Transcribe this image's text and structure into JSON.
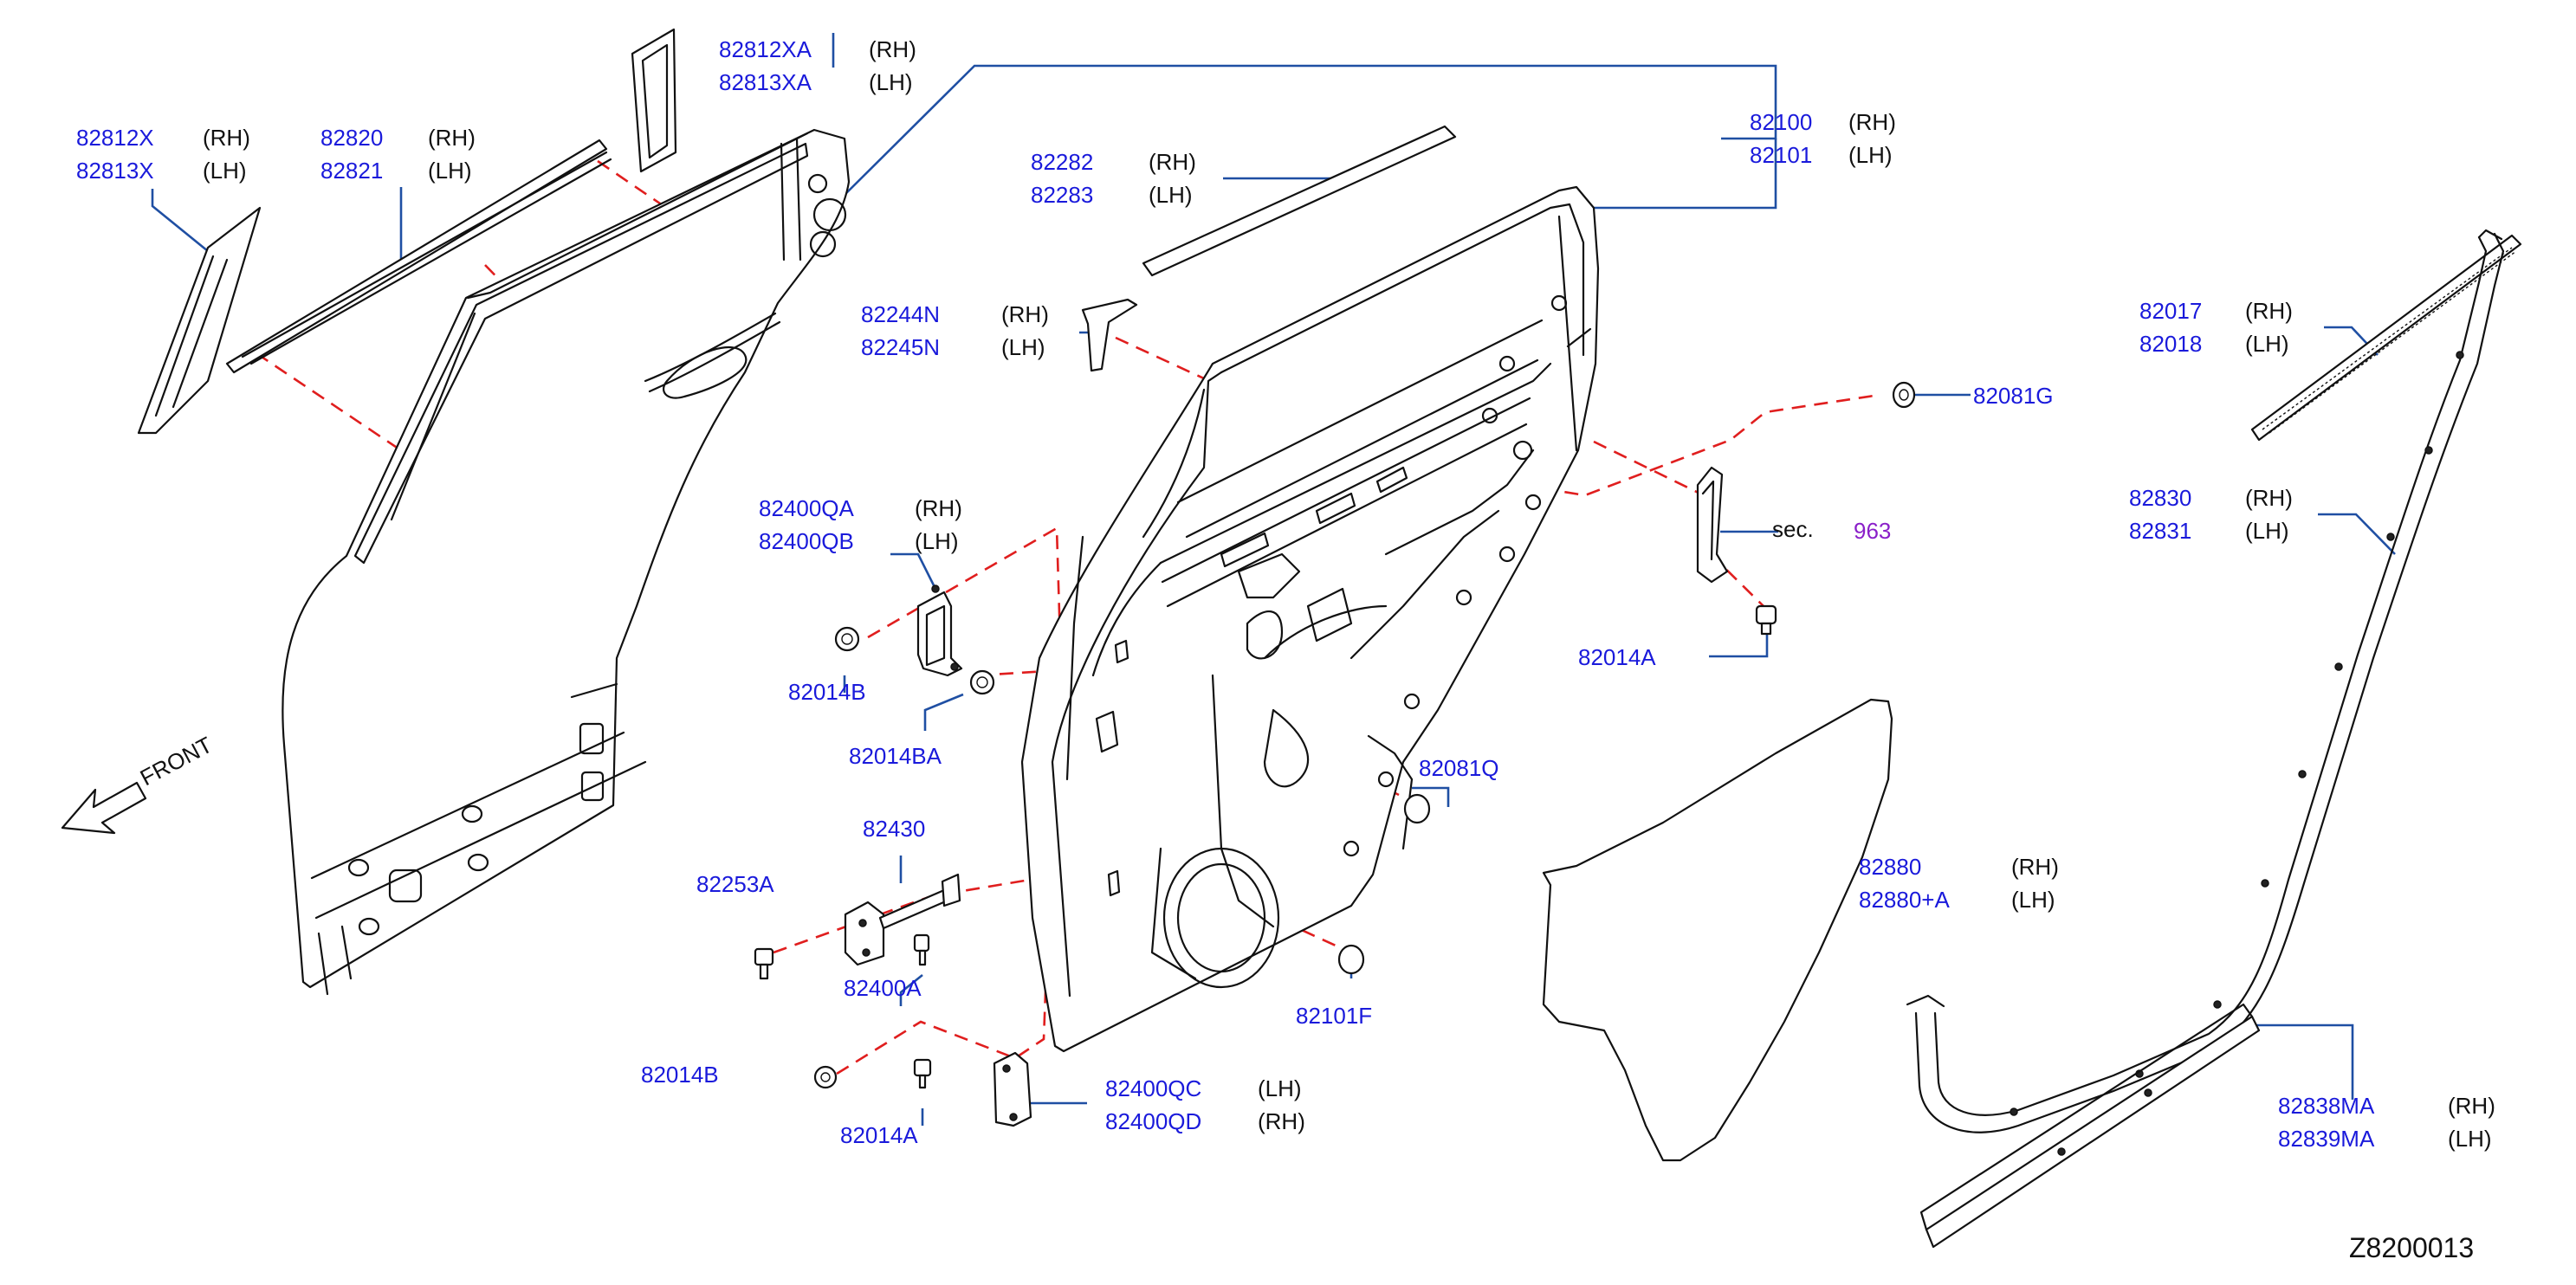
{
  "callouts": {
    "c82812xa": {
      "pn1": "82812XA",
      "s1": "(RH)",
      "pn2": "82813XA",
      "s2": "(LH)"
    },
    "c82812x": {
      "pn1": "82812X",
      "s1": "(RH)",
      "pn2": "82813X",
      "s2": "(LH)"
    },
    "c82820": {
      "pn1": "82820",
      "s1": "(RH)",
      "pn2": "82821",
      "s2": "(LH)"
    },
    "c82100": {
      "pn1": "82100",
      "s1": "(RH)",
      "pn2": "82101",
      "s2": "(LH)"
    },
    "c82282": {
      "pn1": "82282",
      "s1": "(RH)",
      "pn2": "82283",
      "s2": "(LH)"
    },
    "c82244n": {
      "pn1": "82244N",
      "s1": "(RH)",
      "pn2": "82245N",
      "s2": "(LH)"
    },
    "c82017": {
      "pn1": "82017",
      "s1": "(RH)",
      "pn2": "82018",
      "s2": "(LH)"
    },
    "c82081g": {
      "pn1": "82081G"
    },
    "c82400qa": {
      "pn1": "82400QA",
      "s1": "(RH)",
      "pn2": "82400QB",
      "s2": "(LH)"
    },
    "c82830": {
      "pn1": "82830",
      "s1": "(RH)",
      "pn2": "82831",
      "s2": "(LH)"
    },
    "sec963": {
      "label": "sec.",
      "ref": "963"
    },
    "c82014a_r": {
      "pn1": "82014A"
    },
    "c82014b_u": {
      "pn1": "82014B"
    },
    "c82014ba": {
      "pn1": "82014BA"
    },
    "c82081q": {
      "pn1": "82081Q"
    },
    "c82430": {
      "pn1": "82430"
    },
    "c82253a": {
      "pn1": "82253A"
    },
    "c82880": {
      "pn1": "82880",
      "s1": "(RH)",
      "pn2": "82880+A",
      "s2": "(LH)"
    },
    "c82400a": {
      "pn1": "82400A"
    },
    "c82101f": {
      "pn1": "82101F"
    },
    "c82014b_l": {
      "pn1": "82014B"
    },
    "c82400qc": {
      "pn1": "82400QC",
      "s1": "(LH)",
      "pn2": "82400QD",
      "s2": "(RH)"
    },
    "c82014a_l": {
      "pn1": "82014A"
    },
    "c82838ma": {
      "pn1": "82838MA",
      "s1": "(RH)",
      "pn2": "82839MA",
      "s2": "(LH)"
    }
  },
  "front_label": "FRONT",
  "diagram_code": "Z8200013",
  "colors": {
    "part_number": "#1a1adb",
    "leader": "#1f4fa3",
    "dashed": "#e01e1e",
    "section_ref": "#8a1fc9"
  }
}
